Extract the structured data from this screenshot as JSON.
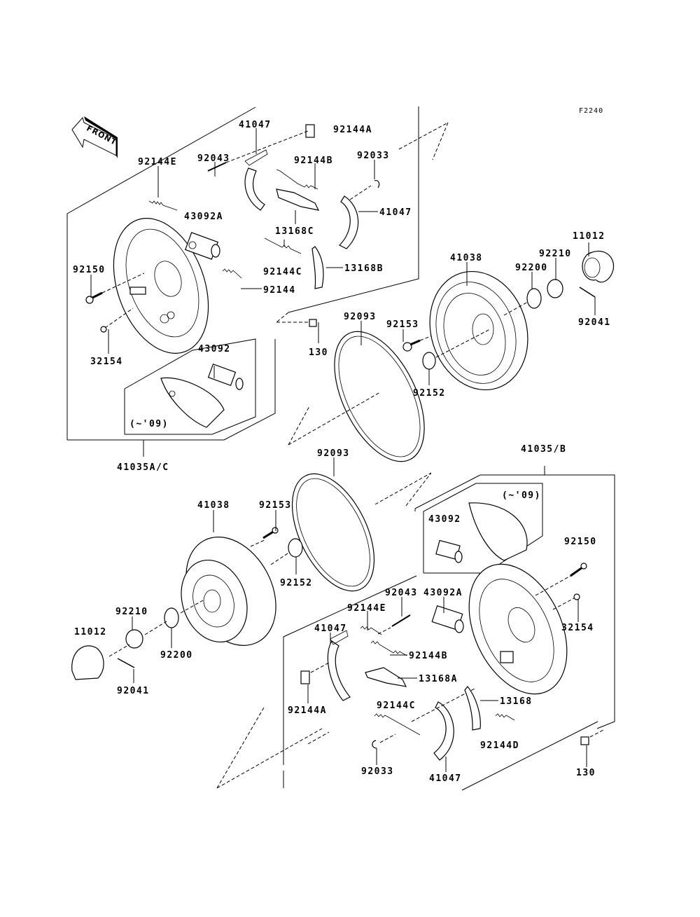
{
  "diagram": {
    "code": "F2240",
    "front_indicator": "FRONT",
    "groups": {
      "upper_assembly": "41035A/C",
      "lower_assembly": "41035/B",
      "upper_inset_note": "(~'09)",
      "lower_inset_note": "(~'09)"
    },
    "upper_labels": {
      "shoe_a": "41047",
      "spring_clip_a": "92144A",
      "pin": "92043",
      "spring_b": "92144B",
      "clip": "92033",
      "spring_e": "92144E",
      "cylinder_a": "43092A",
      "shoe_b": "41047",
      "lever_c": "13168C",
      "spring_c": "92144C",
      "lever_b": "13168B",
      "bolt": "92150",
      "spring": "92144",
      "drum": "41038",
      "cap": "11012",
      "nut": "92210",
      "washer": "92200",
      "cotter_pin": "92041",
      "bleeder": "32154",
      "cylinder": "43092",
      "fitting": "130",
      "seal": "92093",
      "bolt_drum": "92153",
      "washer_drum": "92152"
    },
    "lower_labels": {
      "seal": "92093",
      "drum": "41038",
      "bolt_drum": "92153",
      "washer_drum": "92152",
      "nut": "92210",
      "cap": "11012",
      "washer": "92200",
      "cotter_pin": "92041",
      "cylinder": "43092",
      "bolt": "92150",
      "pin": "92043",
      "cylinder_a": "43092A",
      "spring_e": "92144E",
      "shoe_a": "41047",
      "bleeder": "32154",
      "spring_b": "92144B",
      "lever_a": "13168A",
      "spring_clip_a": "92144A",
      "spring_c": "92144C",
      "lever": "13168",
      "spring_d": "92144D",
      "clip": "92033",
      "shoe_b": "41047",
      "fitting": "130"
    }
  }
}
